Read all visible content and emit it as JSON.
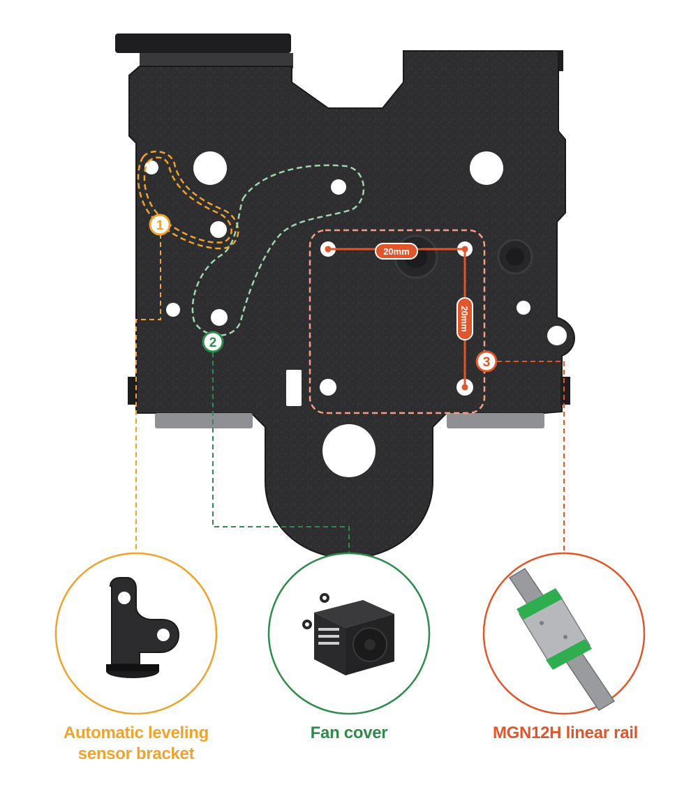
{
  "colors": {
    "plate": "#2d2d2f",
    "plate_edge": "#1a1a1b",
    "orange_yellow": "#f0a32c",
    "green": "#2e8b4a",
    "red_orange": "#e0562a",
    "white": "#ffffff"
  },
  "dimensions": {
    "horizontal": "20mm",
    "vertical": "20mm"
  },
  "markers": [
    {
      "number": "1",
      "color": "#f0a32c"
    },
    {
      "number": "2",
      "color": "#2e8b4a"
    },
    {
      "number": "3",
      "color": "#e0562a"
    }
  ],
  "callouts": [
    {
      "label_line1": "Automatic leveling",
      "label_line2": "sensor bracket",
      "color": "#f0a32c",
      "icon": "sensor-bracket-icon"
    },
    {
      "label_line1": "Fan cover",
      "label_line2": "",
      "color": "#2e8b4a",
      "icon": "fan-cover-icon"
    },
    {
      "label_line1": "MGN12H linear rail",
      "label_line2": "",
      "color": "#e0562a",
      "icon": "linear-rail-icon"
    }
  ]
}
